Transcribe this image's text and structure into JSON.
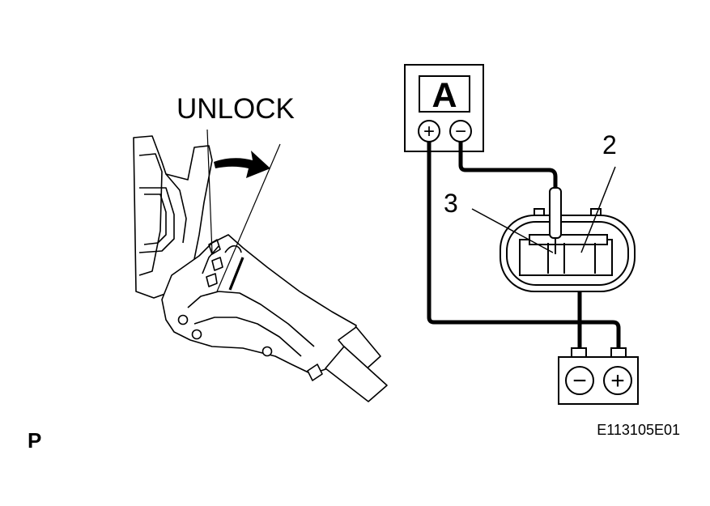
{
  "labels": {
    "unlock": "UNLOCK",
    "meter_symbol": "A",
    "meter_plus": "+",
    "meter_minus": "−",
    "battery_minus": "−",
    "battery_plus": "+",
    "terminal_2": "2",
    "terminal_3": "3",
    "view_code": "P",
    "figure_code": "E113105E01"
  },
  "icons": {
    "ammeter": "ammeter-icon",
    "battery": "battery-icon",
    "probe": "probe-icon",
    "connector": "connector-icon",
    "arrow": "curved-arrow-icon"
  },
  "colors": {
    "line": "#000000",
    "background": "#ffffff"
  }
}
